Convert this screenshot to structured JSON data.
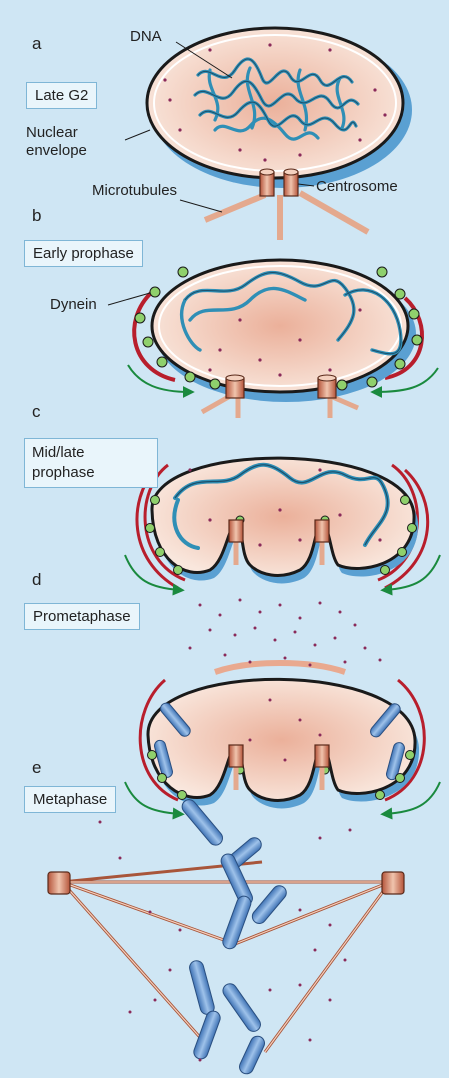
{
  "panels": [
    {
      "letter": "a",
      "stage": "Late G2"
    },
    {
      "letter": "b",
      "stage": "Early prophase"
    },
    {
      "letter": "c",
      "stage": "Mid/late prophase"
    },
    {
      "letter": "d",
      "stage": "Prometaphase"
    },
    {
      "letter": "e",
      "stage": "Metaphase"
    }
  ],
  "labels": {
    "dna": "DNA",
    "nuclear_envelope_1": "Nuclear",
    "nuclear_envelope_2": "envelope",
    "microtubules": "Microtubules",
    "centrosome": "Centrosome",
    "dynein": "Dynein",
    "midlate_1": "Mid/late",
    "midlate_2": "prophase"
  },
  "colors": {
    "background": "#cfe6f4",
    "nucleus_fill": "#f6ddd0",
    "nucleus_core": "#e9a98f",
    "dna": "#2f8fb6",
    "dynein": "#8fd06c",
    "microtubule": "#e4a98e",
    "arrow": "#1a8a3e",
    "chromosome": "#5a8ec9",
    "envelope_shadow": "#5aa0d2",
    "red_track": "#b81e2c",
    "dots": "#8a2a5a"
  }
}
